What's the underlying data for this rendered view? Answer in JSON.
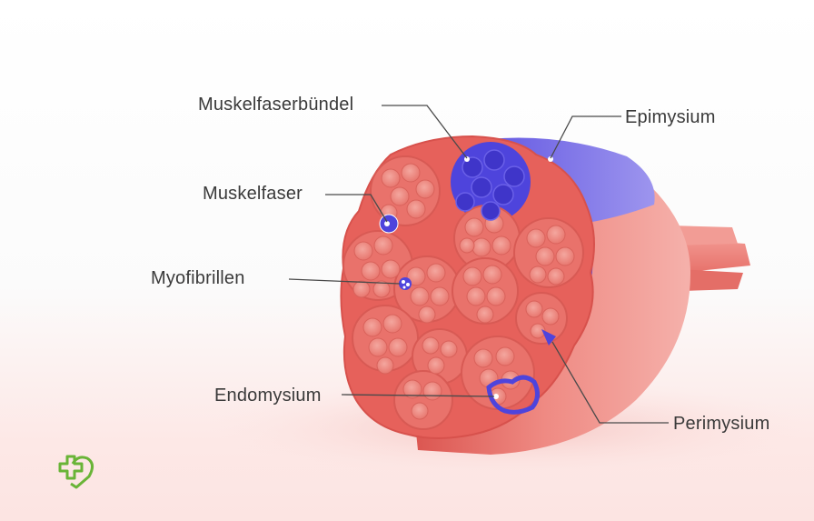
{
  "labels": {
    "muscle_fiber_bundle": "Muskelfaserbündel",
    "epimysium": "Epimysium",
    "muscle_fiber": "Muskelfaser",
    "myofibrils": "Myofibrillen",
    "endomysium": "Endomysium",
    "perimysium": "Perimysium"
  },
  "colors": {
    "muscle_red": "#e8655f",
    "fascicle_fill": "#e6716a",
    "fiber_fill": "#ee8f86",
    "connective_blue": "#5548e0",
    "epimysium_blue": "#7d73e8",
    "logo_green": "#69b437",
    "leader_line": "#4a4a4a"
  },
  "icons": {
    "logo": "heart-with-cross-icon"
  }
}
